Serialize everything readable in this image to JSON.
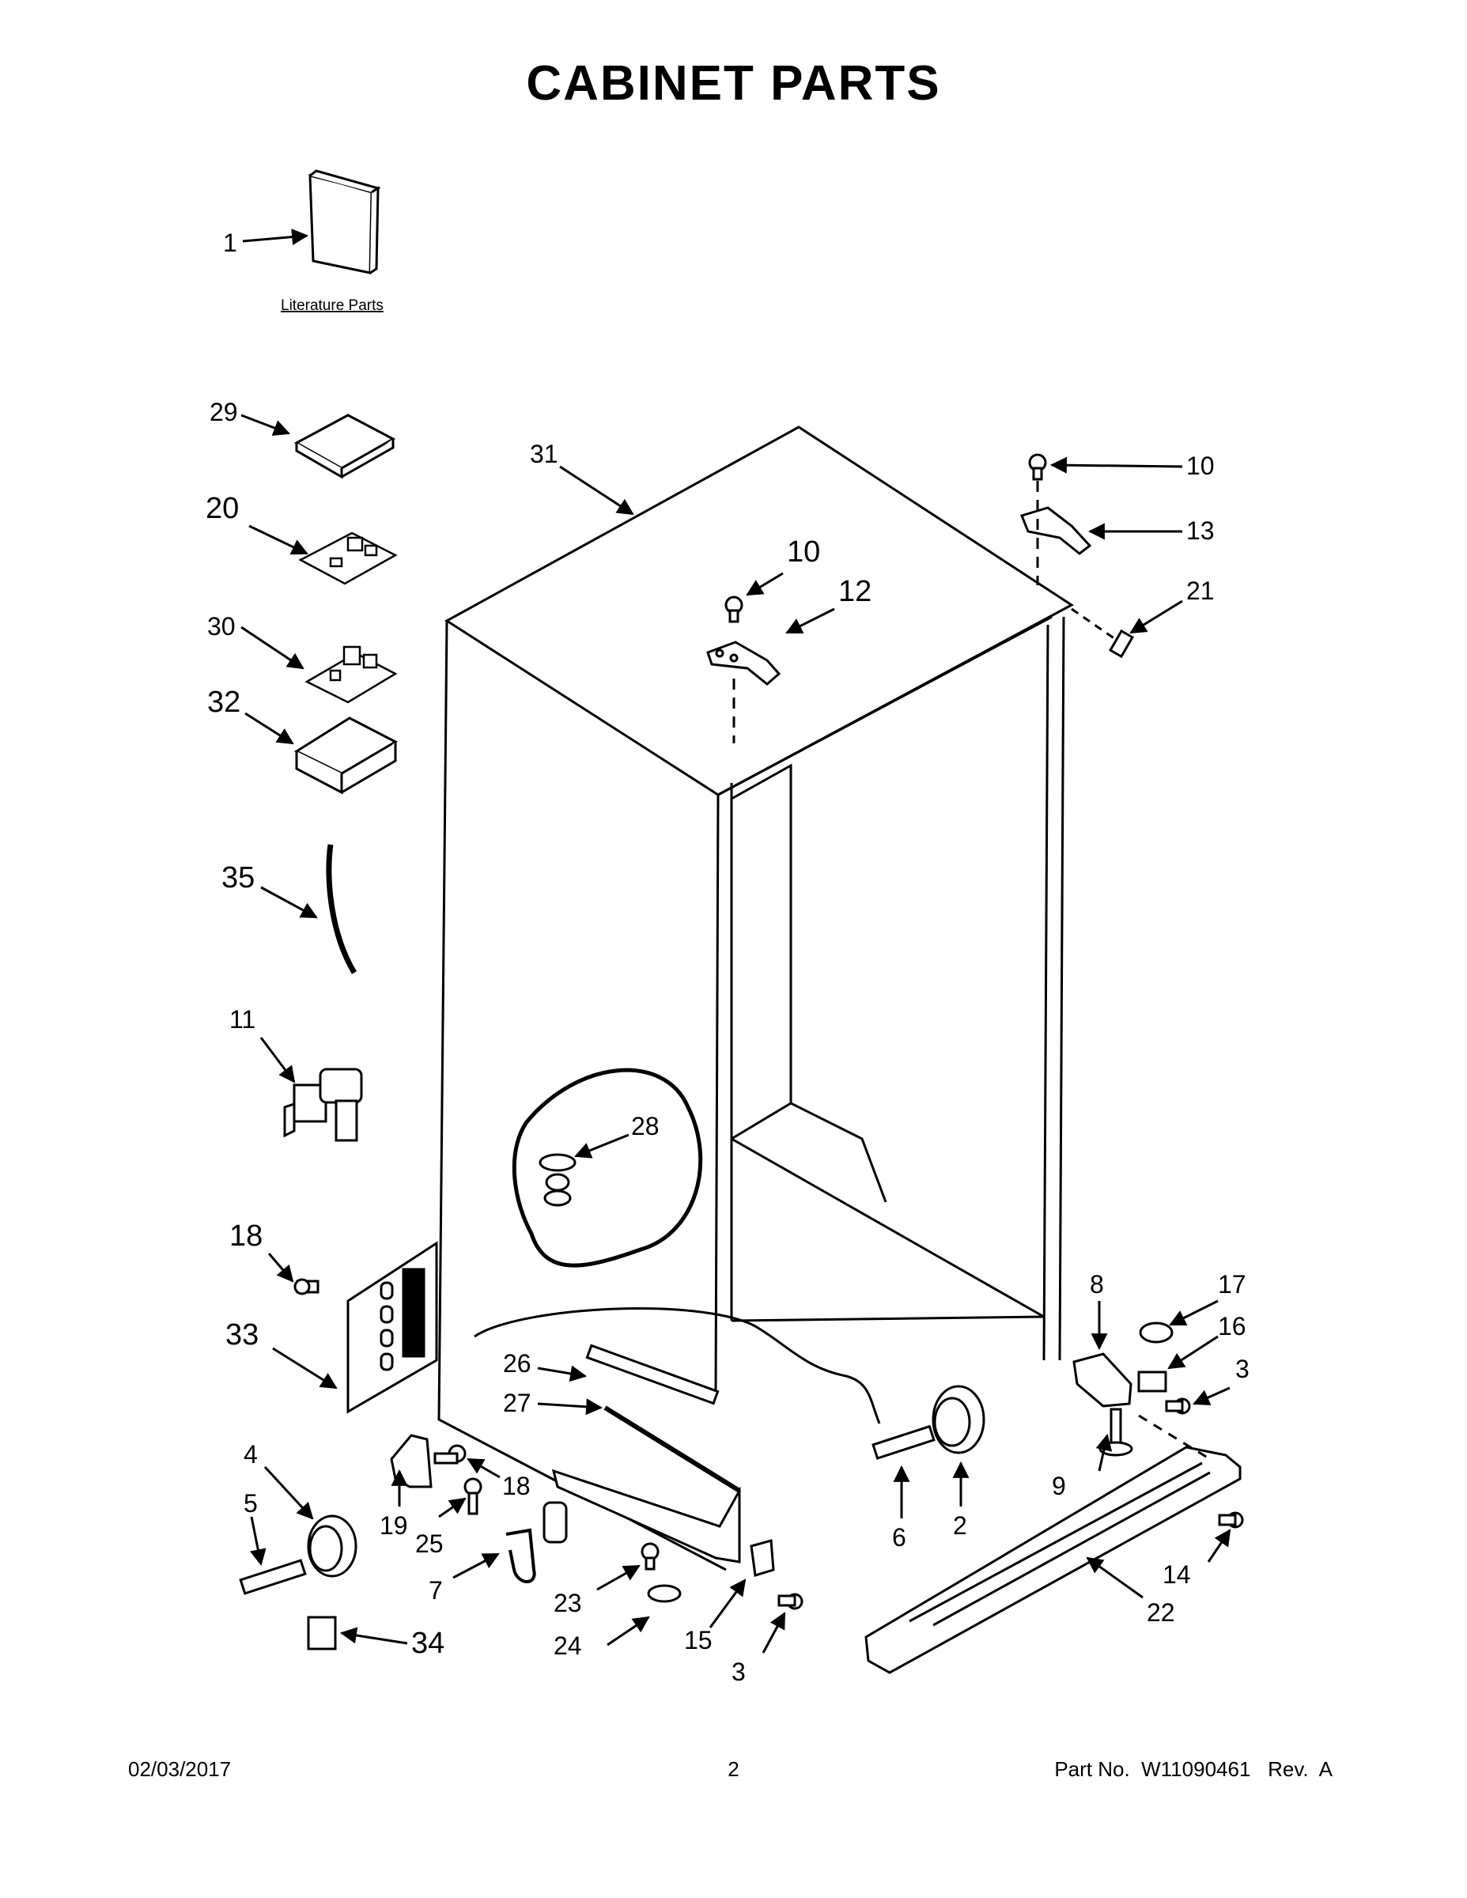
{
  "page_title": "CABINET PARTS",
  "literature_label": "Literature Parts",
  "callouts": {
    "c1": "1",
    "c29": "29",
    "c20": "20",
    "c30": "30",
    "c32": "32",
    "c35": "35",
    "c11": "11",
    "c18a": "18",
    "c33": "33",
    "c4": "4",
    "c5": "5",
    "c34": "34",
    "c31": "31",
    "c10a": "10",
    "c12": "12",
    "c10b": "10",
    "c13": "13",
    "c21": "21",
    "c28": "28",
    "c26": "26",
    "c27": "27",
    "c19": "19",
    "c18b": "18",
    "c25": "25",
    "c7": "7",
    "c23": "23",
    "c24": "24",
    "c15": "15",
    "c3a": "3",
    "c6": "6",
    "c2": "2",
    "c8": "8",
    "c17": "17",
    "c16": "16",
    "c3b": "3",
    "c9": "9",
    "c14": "14",
    "c22": "22"
  },
  "footer": {
    "date": "02/03/2017",
    "page_number": "2",
    "part_number": "Part No.  W11090461   Rev.  A"
  }
}
